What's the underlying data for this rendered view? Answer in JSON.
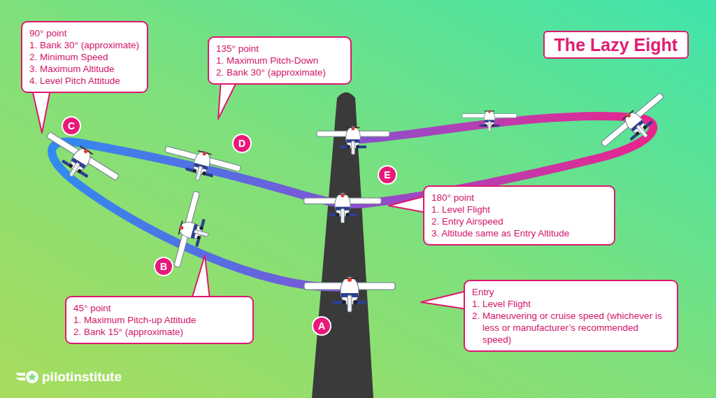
{
  "diagram": {
    "title": "The Lazy Eight",
    "nodes": [
      {
        "text": [
          "90° point",
          "1. Bank 30° (approximate)",
          "2. Minimum Speed",
          "3. Maximum Altitude",
          "4. Level Pitch Attitude"
        ]
      },
      {
        "text": [
          "C"
        ]
      },
      {
        "text": [
          "135° point",
          "1. Maximum Pitch-Down",
          "2. Bank 30° (approximate)"
        ]
      },
      {
        "text": [
          "D"
        ]
      },
      {
        "text": [
          "E"
        ]
      },
      {
        "text": [
          "180° point",
          "1. Level Flight",
          "2. Entry Airspeed",
          "3. Altitude same as Entry Altitude"
        ]
      },
      {
        "text": [
          "B"
        ]
      },
      {
        "text": [
          "45° point",
          "1. Maximum Pitch-up Attitude",
          "2. Bank 15° (approximate)"
        ]
      },
      {
        "text": [
          "A"
        ]
      },
      {
        "text": [
          "Entry",
          "1. Level Flight",
          "2. Maneuvering or cruise speed (whichever is less or manufacturer’s recommended speed)"
        ]
      }
    ],
    "labels": [
      "pilotinstitute"
    ]
  }
}
